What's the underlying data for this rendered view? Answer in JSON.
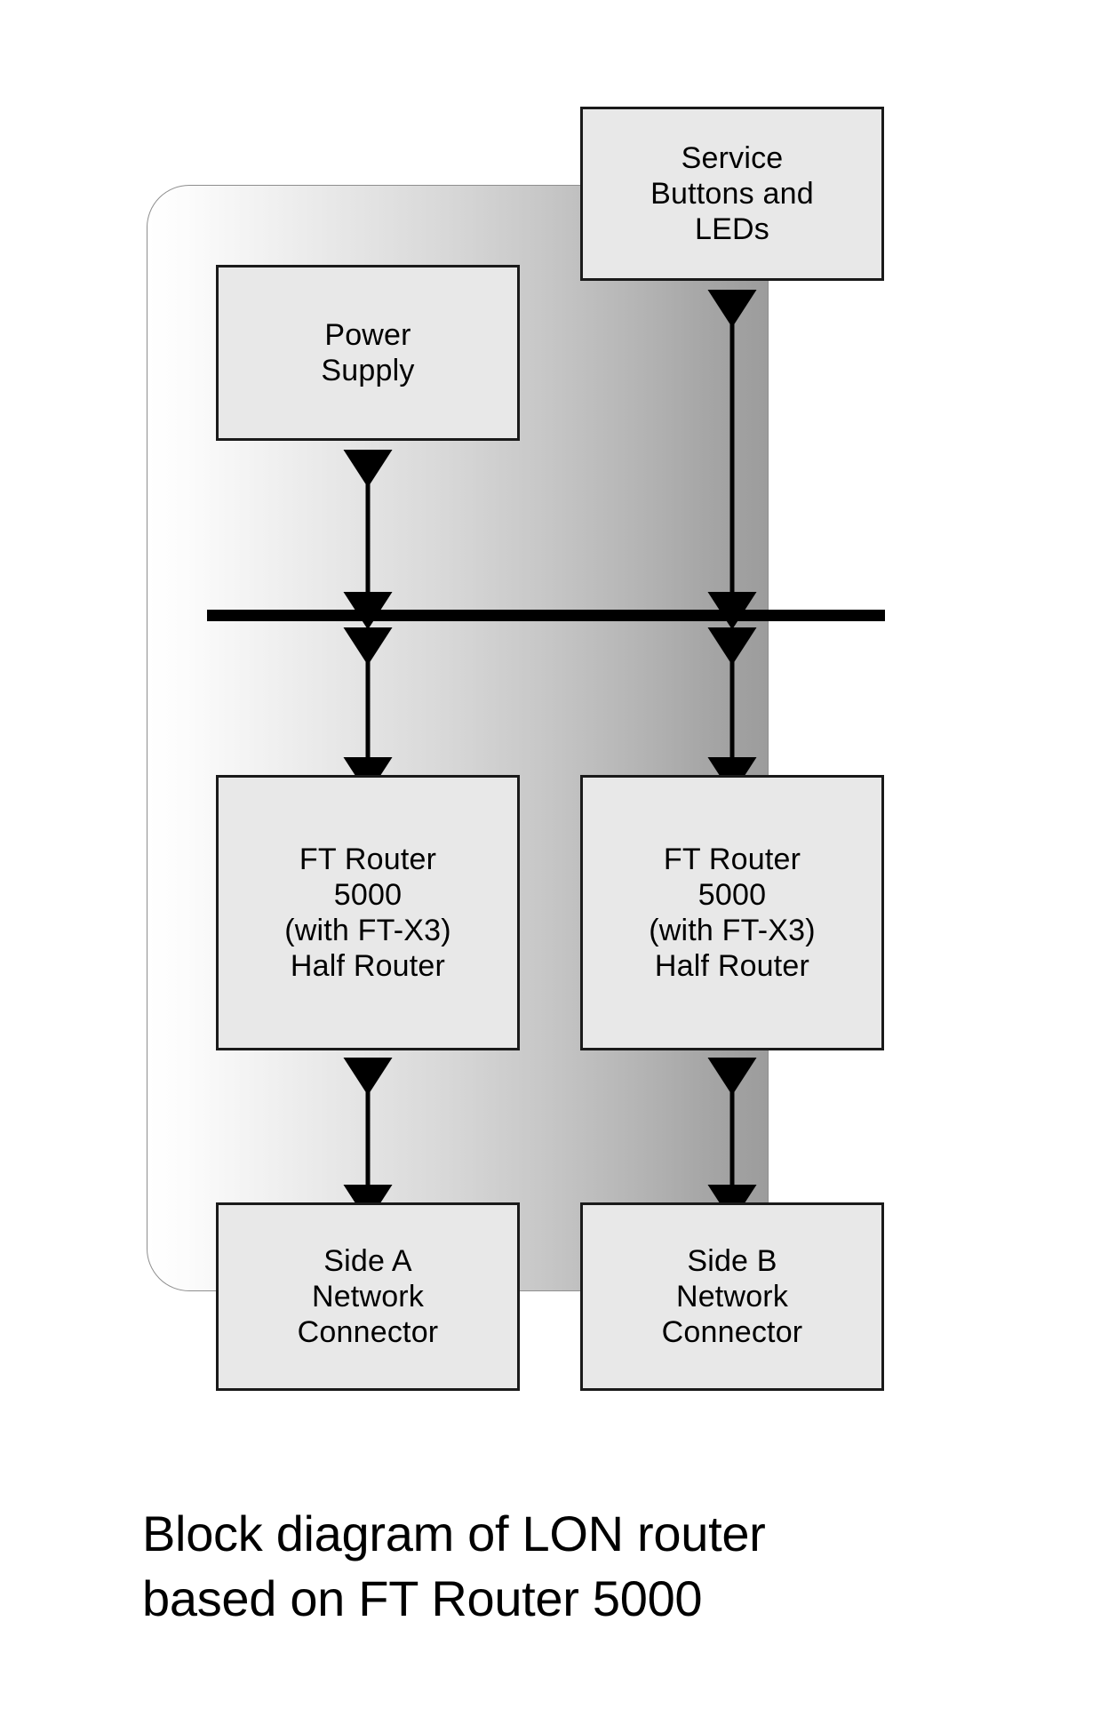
{
  "figure": {
    "type": "block-diagram",
    "caption_lines": [
      "Block diagram of LON router",
      "based on FT Router 5000"
    ],
    "caption_full": "Block diagram of LON router based on FT Router 5000"
  },
  "enclosure": {
    "label": "router-enclosure",
    "fill_left": "#ffffff",
    "fill_right": "#9c9c9c",
    "border_color": "#8e8e8e"
  },
  "bus": {
    "label": "internal-bus",
    "color": "#000000"
  },
  "blocks": {
    "service": {
      "lines": [
        "Service",
        "Buttons and",
        "LEDs"
      ],
      "text": "Service Buttons and LEDs"
    },
    "power": {
      "lines": [
        "Power",
        "Supply"
      ],
      "text": "Power Supply"
    },
    "ft_left": {
      "lines": [
        "FT Router",
        "5000",
        "(with FT-X3)",
        "Half Router"
      ],
      "text": "FT Router 5000 (with FT-X3) Half Router"
    },
    "ft_right": {
      "lines": [
        "FT Router",
        "5000",
        "(with FT-X3)",
        "Half Router"
      ],
      "text": "FT Router 5000 (with FT-X3) Half Router"
    },
    "conn_a": {
      "lines": [
        "Side A",
        "Network",
        "Connector"
      ],
      "text": "Side A Network Connector"
    },
    "conn_b": {
      "lines": [
        "Side B",
        "Network",
        "Connector"
      ],
      "text": "Side B Network Connector"
    }
  },
  "connections": [
    {
      "name": "power-supply-to-bus",
      "from": "Power Supply",
      "to": "internal bus",
      "arrow": "double"
    },
    {
      "name": "service-to-bus",
      "from": "Service Buttons and LEDs",
      "to": "internal bus",
      "arrow": "double"
    },
    {
      "name": "bus-to-ft-left",
      "from": "internal bus",
      "to": "FT Router 5000 (left)",
      "arrow": "double"
    },
    {
      "name": "bus-to-ft-right",
      "from": "internal bus",
      "to": "FT Router 5000 (right)",
      "arrow": "double"
    },
    {
      "name": "ft-left-to-connector-a",
      "from": "FT Router 5000 (left)",
      "to": "Side A Network Connector",
      "arrow": "double"
    },
    {
      "name": "ft-right-to-connector-b",
      "from": "FT Router 5000 (right)",
      "to": "Side B Network Connector",
      "arrow": "double"
    }
  ],
  "colors": {
    "block_fill": "#e8e8e8",
    "block_border": "#1a1a1a",
    "text": "#000000",
    "background": "#ffffff"
  }
}
